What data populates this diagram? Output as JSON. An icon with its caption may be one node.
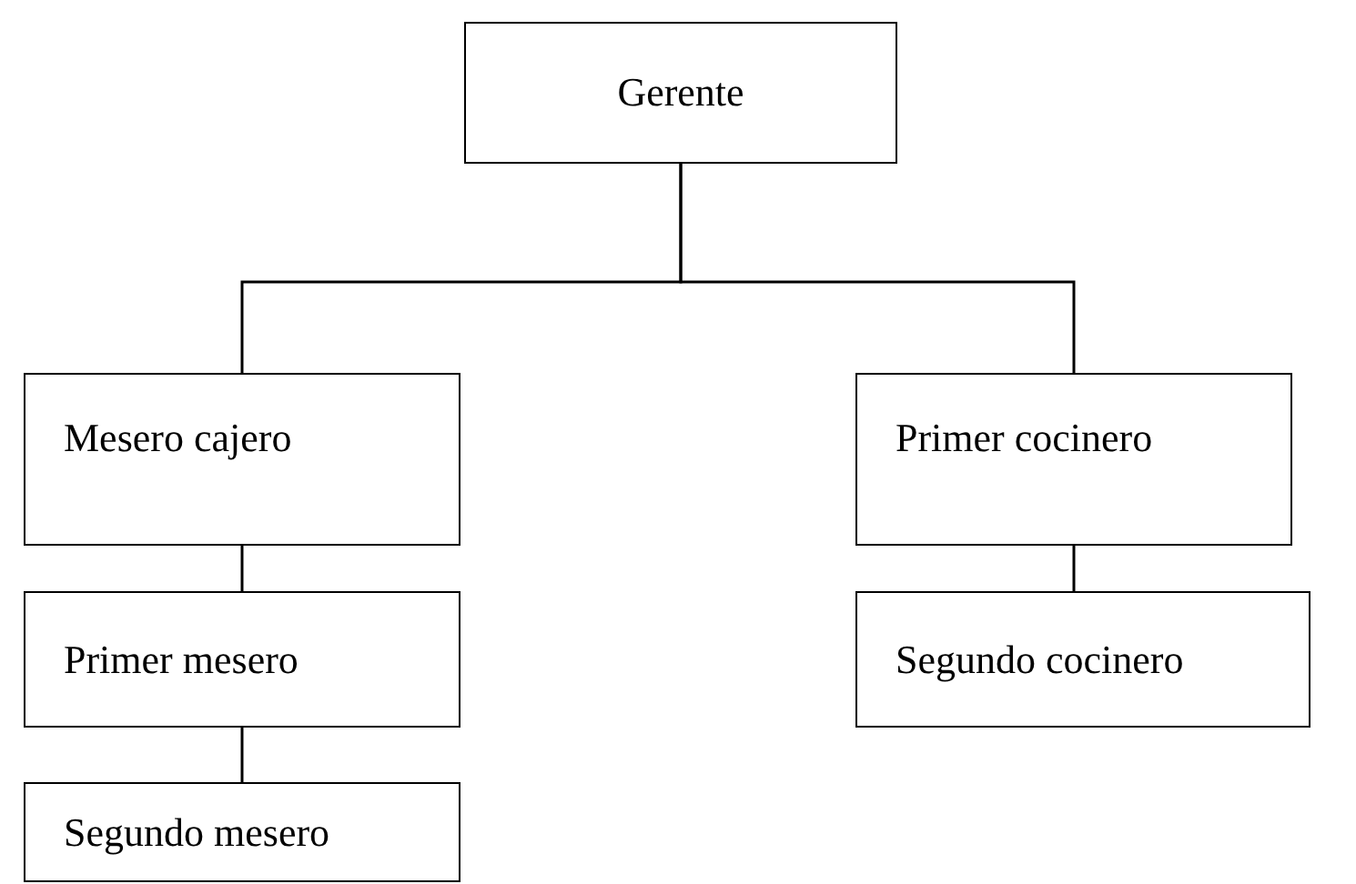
{
  "diagram": {
    "nodes": [
      {
        "text": [
          "Gerente"
        ]
      },
      {
        "text": [
          "Mesero cajero"
        ]
      },
      {
        "text": [
          "Primer cocinero"
        ]
      },
      {
        "text": [
          "Primer mesero"
        ]
      },
      {
        "text": [
          "Segundo cocinero"
        ]
      },
      {
        "text": [
          "Segundo mesero"
        ]
      }
    ],
    "edges": [
      {
        "from": 0,
        "to": 1,
        "arrow": "none"
      },
      {
        "from": 0,
        "to": 2,
        "arrow": "none"
      },
      {
        "from": 1,
        "to": 3,
        "arrow": "none"
      },
      {
        "from": 3,
        "to": 5,
        "arrow": "none"
      },
      {
        "from": 2,
        "to": 4,
        "arrow": "none"
      }
    ]
  }
}
